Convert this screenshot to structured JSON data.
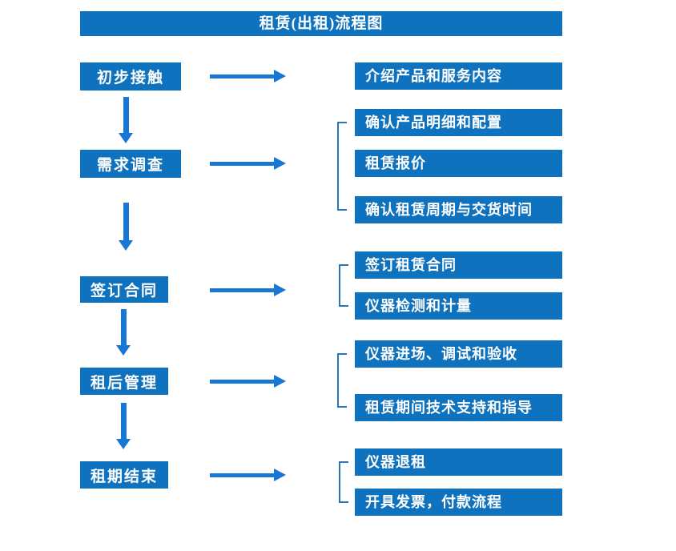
{
  "title": "租赁(出租)流程图",
  "colors": {
    "box_blue": "#0F72BE",
    "arrow_blue": "#1877D2",
    "bracket_blue": "#2E75B6",
    "text": "#FFFFFF",
    "background": "#FFFFFF"
  },
  "steps": [
    {
      "label": "初步接触",
      "details": [
        "介绍产品和服务内容"
      ]
    },
    {
      "label": "需求调查",
      "details": [
        "确认产品明细和配置",
        "租赁报价",
        "确认租赁周期与交货时间"
      ]
    },
    {
      "label": "签订合同",
      "details": [
        "签订租赁合同",
        "仪器检测和计量"
      ]
    },
    {
      "label": "租后管理",
      "details": [
        "仪器进场、调试和验收",
        "租赁期间技术支持和指导"
      ]
    },
    {
      "label": "租期结束",
      "details": [
        "仪器退租",
        "开具发票，付款流程"
      ]
    }
  ]
}
